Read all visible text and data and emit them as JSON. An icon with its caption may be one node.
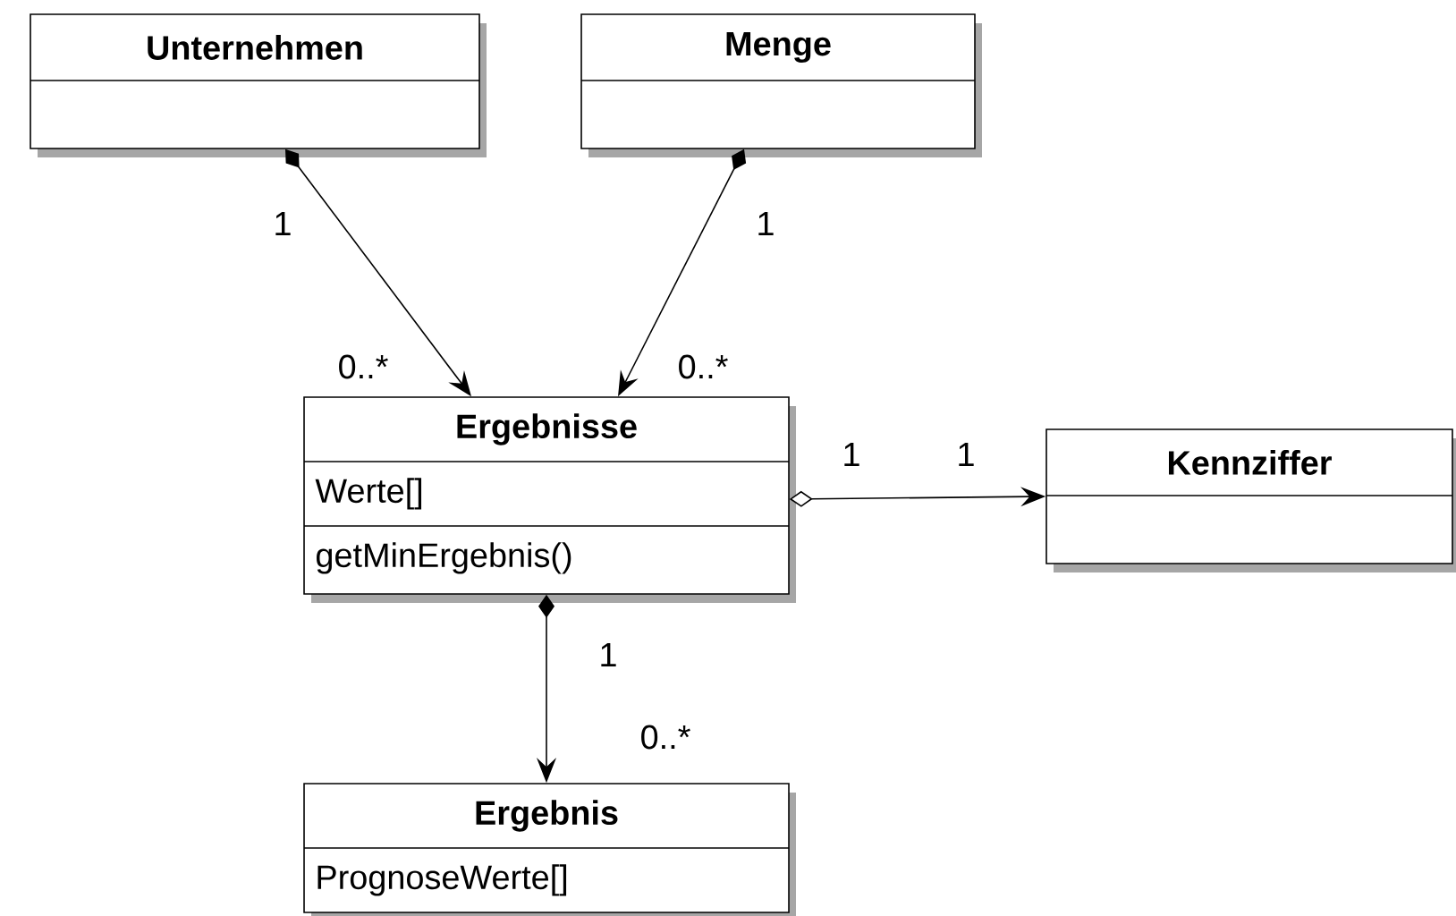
{
  "diagram": {
    "nodes": [
      {
        "text": [
          "Unternehmen"
        ]
      },
      {
        "text": [
          "Menge"
        ]
      },
      {
        "text": [
          "Ergebnisse",
          "Werte[]",
          "getMinErgebnis()"
        ]
      },
      {
        "text": [
          "Kennziffer"
        ]
      },
      {
        "text": [
          "Ergebnis",
          "PrognoseWerte[]"
        ]
      }
    ],
    "edges": [
      {
        "from": 0,
        "to": 2,
        "arrow": "to"
      },
      {
        "from": 1,
        "to": 2,
        "arrow": "to"
      },
      {
        "from": 2,
        "to": 3,
        "arrow": "to"
      },
      {
        "from": 2,
        "to": 4,
        "arrow": "to"
      }
    ],
    "labels": [
      "1",
      "1",
      "0..*",
      "0..*",
      "1",
      "1",
      "1",
      "0..*"
    ]
  }
}
